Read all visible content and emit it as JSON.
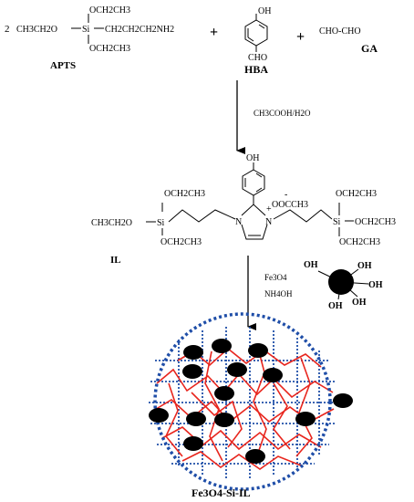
{
  "reactants": {
    "coefficient": "2",
    "apts": {
      "left_group": "CH3CH2O",
      "si": "Si",
      "top_group": "OCH2CH3",
      "bottom_group": "OCH2CH3",
      "chain": "CH2CH2CH2NH2",
      "label": "APTS"
    },
    "plus_1": "+",
    "hba": {
      "oh": "OH",
      "cho": "CHO",
      "label": "HBA"
    },
    "plus_2": "+",
    "ga": {
      "formula": "CHO-CHO",
      "label": "GA"
    }
  },
  "step_1": {
    "conditions": "CH3COOH/H2O"
  },
  "ionic_liquid": {
    "left_si_group": "CH3CH2O",
    "left_si": "Si",
    "left_top": "OCH2CH3",
    "left_bottom": "OCH2CH3",
    "oh": "OH",
    "anion": "OOCCH3",
    "anion_charge": "-",
    "cation_charge": "+",
    "n_left": "N",
    "n_right": "N",
    "right_si": "Si",
    "right_top": "OCH2CH3",
    "right_side": "OCH2CH3",
    "right_bottom": "OCH2CH3",
    "label": "IL"
  },
  "step_2": {
    "reagent_1": "Fe3O4",
    "reagent_2": "NH4OH",
    "oh_groups": [
      "OH",
      "OH",
      "OH",
      "OH",
      "OH"
    ]
  },
  "product": {
    "label": "Fe3O4-Si-IL"
  }
}
